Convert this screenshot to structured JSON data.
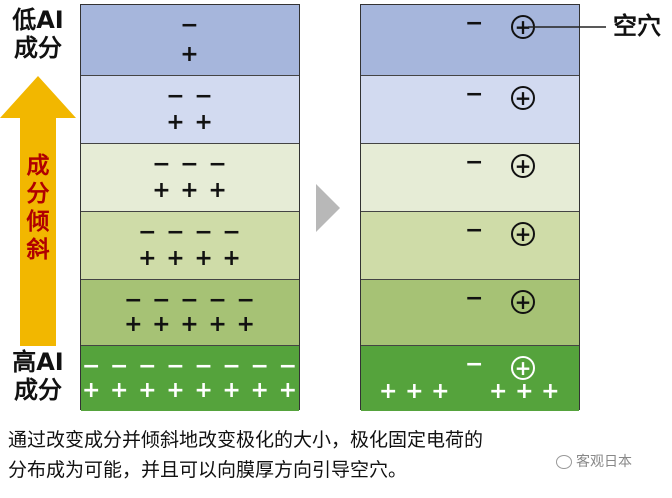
{
  "labels": {
    "top_left": "低AI\n成分",
    "bottom_left": "高AI\n成分",
    "gradient": "成\n分\n倾\n斜",
    "hole": "空穴"
  },
  "left_layers": [
    {
      "neg": "−",
      "pos": "+",
      "color": "#a6b6dc"
    },
    {
      "neg": "− −",
      "pos": "+ +",
      "color": "#d2daf0"
    },
    {
      "neg": "− − −",
      "pos": "+ + +",
      "color": "#e6ecd6"
    },
    {
      "neg": "− − − −",
      "pos": "+ + + +",
      "color": "#cfdca8"
    },
    {
      "neg": "− − − − −",
      "pos": "+ + + + +",
      "color": "#a6c275"
    },
    {
      "neg": "− − − − − − − −",
      "pos": "+ + + + + + + +",
      "color": "#55a33c"
    }
  ],
  "right_layers": [
    {
      "neg": "−",
      "hole": "+",
      "color": "#a6b6dc"
    },
    {
      "neg": "−",
      "hole": "+",
      "color": "#d2daf0"
    },
    {
      "neg": "−",
      "hole": "+",
      "color": "#e6ecd6"
    },
    {
      "neg": "−",
      "hole": "+",
      "color": "#cfdca8"
    },
    {
      "neg": "−",
      "hole": "+",
      "color": "#a6c275"
    },
    {
      "neg": "−",
      "hole": "+",
      "pos_left": "+ + +",
      "pos_right": "+ + +",
      "color": "#55a33c"
    }
  ],
  "caption": {
    "line1": "通过改变成分并倾斜地改变极化的大小，极化固定电荷的",
    "line2": "分布成为可能，并且可以向膜厚方向引导空穴。"
  },
  "watermark": "客观日本",
  "colors": {
    "arrow": "#f2b700",
    "arrow_text": "#b00000",
    "big_arrow": "#b8b8b8"
  },
  "icons": {
    "arrow": "up-arrow-icon",
    "transition": "right-arrow-icon",
    "watermark": "wechat-icon"
  }
}
